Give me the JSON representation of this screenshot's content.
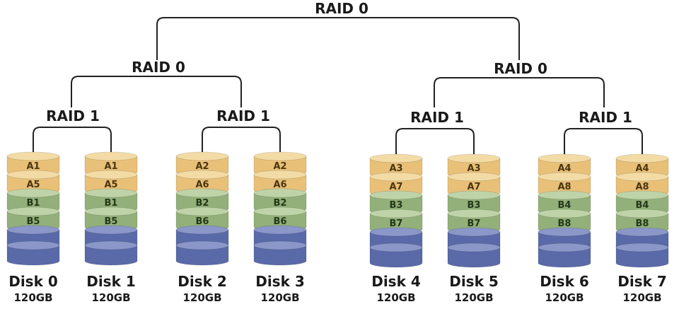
{
  "raid_top": {
    "label": "RAID 0"
  },
  "raid_mid": [
    {
      "label": "RAID 0"
    },
    {
      "label": "RAID 0"
    }
  ],
  "raid_pairs": [
    {
      "label": "RAID 1"
    },
    {
      "label": "RAID 1"
    },
    {
      "label": "RAID 1"
    },
    {
      "label": "RAID 1"
    }
  ],
  "disks": [
    {
      "name": "Disk 0",
      "size": "120GB",
      "blocks": [
        "A1",
        "A5",
        "B1",
        "B5"
      ]
    },
    {
      "name": "Disk 1",
      "size": "120GB",
      "blocks": [
        "A1",
        "A5",
        "B1",
        "B5"
      ]
    },
    {
      "name": "Disk 2",
      "size": "120GB",
      "blocks": [
        "A2",
        "A6",
        "B2",
        "B6"
      ]
    },
    {
      "name": "Disk 3",
      "size": "120GB",
      "blocks": [
        "A2",
        "A6",
        "B2",
        "B6"
      ]
    },
    {
      "name": "Disk 4",
      "size": "120GB",
      "blocks": [
        "A3",
        "A7",
        "B3",
        "B7"
      ]
    },
    {
      "name": "Disk 5",
      "size": "120GB",
      "blocks": [
        "A3",
        "A7",
        "B3",
        "B7"
      ]
    },
    {
      "name": "Disk 6",
      "size": "120GB",
      "blocks": [
        "A4",
        "A8",
        "B4",
        "B8"
      ]
    },
    {
      "name": "Disk 7",
      "size": "120GB",
      "blocks": [
        "A4",
        "A8",
        "B4",
        "B8"
      ]
    }
  ],
  "colors": {
    "a_block": "#e8c078",
    "a_block_top": "#f3dba6",
    "b_block": "#93b07a",
    "b_block_top": "#bfd3a8",
    "empty_block": "#5a6aa8",
    "empty_block_top": "#8a97c8",
    "a_text": "#4a3510",
    "b_text": "#243818",
    "connector": "#222222"
  }
}
